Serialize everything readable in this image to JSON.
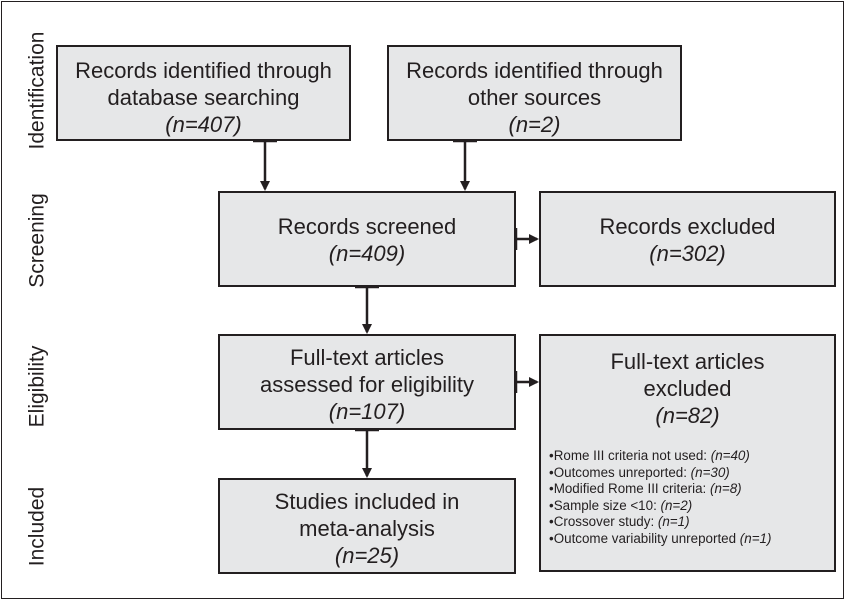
{
  "stages": {
    "identification": "Identification",
    "screening": "Screening",
    "eligibility": "Eligibility",
    "included": "Included"
  },
  "boxes": {
    "database": {
      "line1": "Records identified through",
      "line2": "database searching",
      "count": "(n=407)"
    },
    "other": {
      "line1": "Records identified through",
      "line2": "other sources",
      "count": "(n=2)"
    },
    "screened": {
      "line1": "Records screened",
      "count": "(n=409)"
    },
    "excluded": {
      "line1": "Records excluded",
      "count": "(n=302)"
    },
    "fulltext": {
      "line1": "Full-text articles",
      "line2": "assessed for eligibility",
      "count": "(n=107)"
    },
    "fulltext_excluded": {
      "line1": "Full-text articles",
      "line2": "excluded",
      "count": "(n=82)",
      "reasons": [
        {
          "label": "Rome III criteria not used: ",
          "count": "(n=40)"
        },
        {
          "label": "Outcomes unreported: ",
          "count": "(n=30)"
        },
        {
          "label": "Modified Rome III criteria: ",
          "count": "(n=8)"
        },
        {
          "label": "Sample size <10: ",
          "count": "(n=2)"
        },
        {
          "label": "Crossover study: ",
          "count": "(n=1)"
        },
        {
          "label": "Outcome variability unreported ",
          "count": "(n=1)"
        }
      ]
    },
    "included": {
      "line1": "Studies included in",
      "line2": "meta-analysis",
      "count": "(n=25)"
    }
  },
  "colors": {
    "box_fill": "#e6e7e8",
    "stroke": "#231f20",
    "background": "#ffffff"
  }
}
